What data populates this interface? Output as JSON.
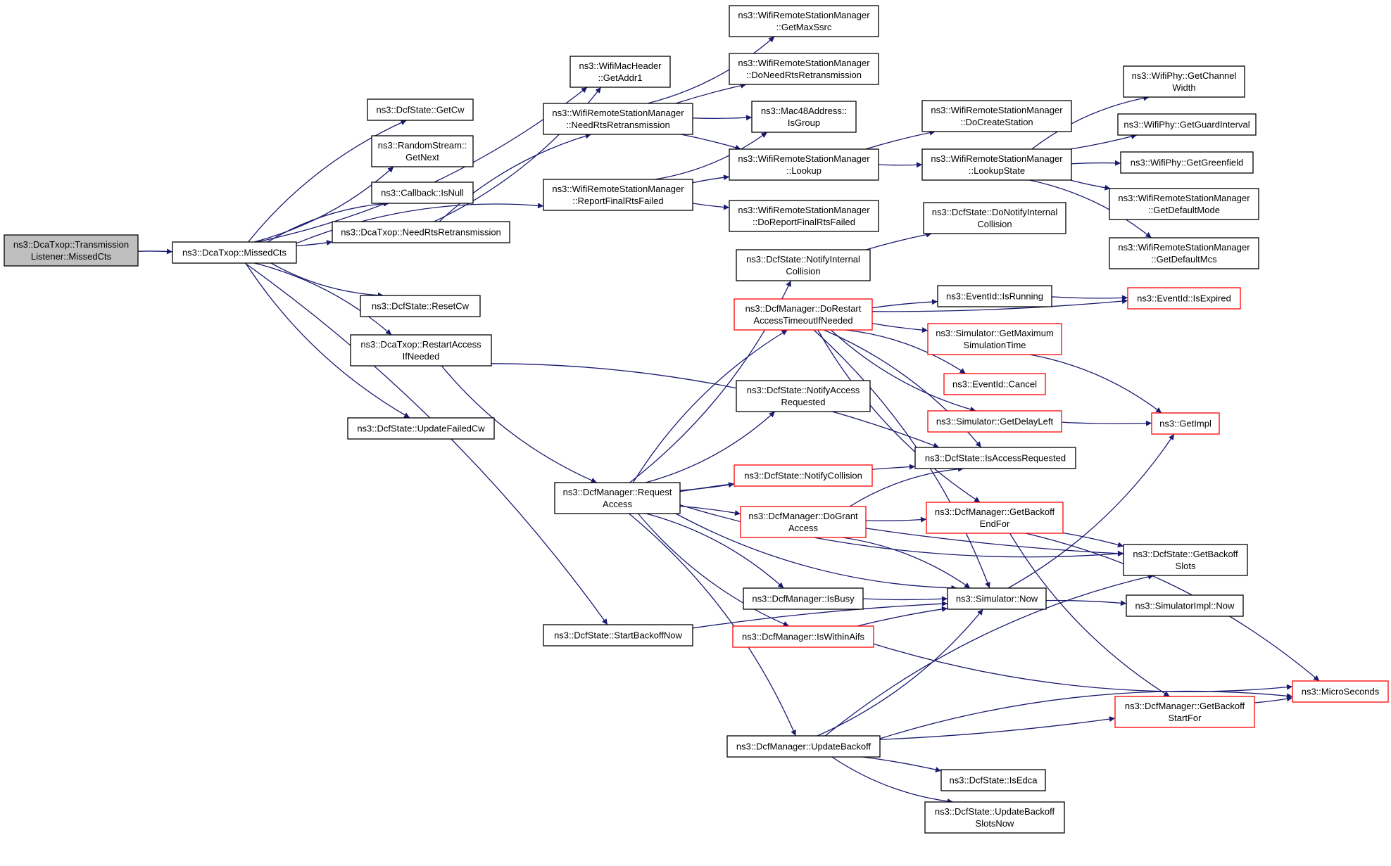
{
  "colors": {
    "edge": "#191970",
    "highlight_border": "#ff0000",
    "root_fill": "#bfbfbf"
  },
  "nodes": {
    "n0": {
      "lines": [
        "ns3::DcaTxop::Transmission",
        "Listener::MissedCts"
      ],
      "style": "root"
    },
    "n1": {
      "lines": [
        "ns3::DcaTxop::MissedCts"
      ]
    },
    "n2": {
      "lines": [
        "ns3::WifiMacHeader",
        "::GetAddr1"
      ]
    },
    "n3": {
      "lines": [
        "ns3::DcfState::GetCw"
      ]
    },
    "n4": {
      "lines": [
        "ns3::RandomStream::",
        "GetNext"
      ]
    },
    "n5": {
      "lines": [
        "ns3::Callback::IsNull"
      ]
    },
    "n6": {
      "lines": [
        "ns3::DcaTxop::NeedRtsRetransmission"
      ]
    },
    "n7": {
      "lines": [
        "ns3::DcfState::ResetCw"
      ]
    },
    "n8": {
      "lines": [
        "ns3::DcaTxop::RestartAccess",
        "IfNeeded"
      ]
    },
    "n9": {
      "lines": [
        "ns3::DcfState::UpdateFailedCw"
      ]
    },
    "n10": {
      "lines": [
        "ns3::DcfState::StartBackoffNow"
      ]
    },
    "n11": {
      "lines": [
        "ns3::WifiRemoteStationManager",
        "::NeedRtsRetransmission"
      ]
    },
    "n12": {
      "lines": [
        "ns3::WifiRemoteStationManager",
        "::ReportFinalRtsFailed"
      ]
    },
    "n13": {
      "lines": [
        "ns3::DcfManager::Request",
        "Access"
      ]
    },
    "n14": {
      "lines": [
        "ns3::WifiRemoteStationManager",
        "::GetMaxSsrc"
      ]
    },
    "n15": {
      "lines": [
        "ns3::WifiRemoteStationManager",
        "::DoNeedRtsRetransmission"
      ]
    },
    "n16": {
      "lines": [
        "ns3::Mac48Address::",
        "IsGroup"
      ]
    },
    "n17": {
      "lines": [
        "ns3::WifiRemoteStationManager",
        "::Lookup"
      ]
    },
    "n18": {
      "lines": [
        "ns3::WifiRemoteStationManager",
        "::DoReportFinalRtsFailed"
      ]
    },
    "n19": {
      "lines": [
        "ns3::DcfState::NotifyInternal",
        "Collision"
      ]
    },
    "n20": {
      "lines": [
        "ns3::DcfManager::DoRestart",
        "AccessTimeoutIfNeeded"
      ],
      "style": "red"
    },
    "n21": {
      "lines": [
        "ns3::DcfState::NotifyAccess",
        "Requested"
      ]
    },
    "n22": {
      "lines": [
        "ns3::DcfState::NotifyCollision"
      ],
      "style": "red"
    },
    "n23": {
      "lines": [
        "ns3::DcfManager::DoGrant",
        "Access"
      ],
      "style": "red"
    },
    "n24": {
      "lines": [
        "ns3::DcfManager::IsBusy"
      ]
    },
    "n25": {
      "lines": [
        "ns3::DcfManager::IsWithinAifs"
      ],
      "style": "red"
    },
    "n26": {
      "lines": [
        "ns3::DcfManager::UpdateBackoff"
      ]
    },
    "n27": {
      "lines": [
        "ns3::WifiRemoteStationManager",
        "::DoCreateStation"
      ]
    },
    "n28": {
      "lines": [
        "ns3::WifiRemoteStationManager",
        "::LookupState"
      ]
    },
    "n29": {
      "lines": [
        "ns3::DcfState::DoNotifyInternal",
        "Collision"
      ]
    },
    "n30": {
      "lines": [
        "ns3::EventId::IsRunning"
      ]
    },
    "n31": {
      "lines": [
        "ns3::Simulator::GetMaximum",
        "SimulationTime"
      ],
      "style": "red"
    },
    "n32": {
      "lines": [
        "ns3::EventId::Cancel"
      ],
      "style": "red"
    },
    "n33": {
      "lines": [
        "ns3::Simulator::GetDelayLeft"
      ],
      "style": "red"
    },
    "n34": {
      "lines": [
        "ns3::DcfState::IsAccessRequested"
      ]
    },
    "n35": {
      "lines": [
        "ns3::DcfManager::GetBackoff",
        "EndFor"
      ],
      "style": "red"
    },
    "n36": {
      "lines": [
        "ns3::Simulator::Now"
      ]
    },
    "n37": {
      "lines": [
        "ns3::DcfState::IsEdca"
      ]
    },
    "n38": {
      "lines": [
        "ns3::DcfState::UpdateBackoff",
        "SlotsNow"
      ]
    },
    "n39": {
      "lines": [
        "ns3::WifiPhy::GetChannel",
        "Width"
      ]
    },
    "n40": {
      "lines": [
        "ns3::WifiPhy::GetGuardInterval"
      ]
    },
    "n41": {
      "lines": [
        "ns3::WifiPhy::GetGreenfield"
      ]
    },
    "n42": {
      "lines": [
        "ns3::WifiRemoteStationManager",
        "::GetDefaultMode"
      ]
    },
    "n43": {
      "lines": [
        "ns3::WifiRemoteStationManager",
        "::GetDefaultMcs"
      ]
    },
    "n44": {
      "lines": [
        "ns3::EventId::IsExpired"
      ],
      "style": "red"
    },
    "n45": {
      "lines": [
        "ns3::GetImpl"
      ],
      "style": "red"
    },
    "n46": {
      "lines": [
        "ns3::DcfState::GetBackoff",
        "Slots"
      ]
    },
    "n47": {
      "lines": [
        "ns3::SimulatorImpl::Now"
      ]
    },
    "n48": {
      "lines": [
        "ns3::DcfManager::GetBackoff",
        "StartFor"
      ],
      "style": "red"
    },
    "n49": {
      "lines": [
        "ns3::MicroSeconds"
      ],
      "style": "red"
    }
  },
  "edges": [
    [
      "n0",
      "n1"
    ],
    [
      "n1",
      "n2"
    ],
    [
      "n1",
      "n3"
    ],
    [
      "n1",
      "n4"
    ],
    [
      "n1",
      "n5"
    ],
    [
      "n1",
      "n6"
    ],
    [
      "n1",
      "n12"
    ],
    [
      "n1",
      "n7"
    ],
    [
      "n1",
      "n8"
    ],
    [
      "n1",
      "n9"
    ],
    [
      "n1",
      "n10"
    ],
    [
      "n6",
      "n2"
    ],
    [
      "n6",
      "n11"
    ],
    [
      "n8",
      "n13"
    ],
    [
      "n8",
      "n34"
    ],
    [
      "n11",
      "n14"
    ],
    [
      "n11",
      "n15"
    ],
    [
      "n11",
      "n16"
    ],
    [
      "n11",
      "n17"
    ],
    [
      "n12",
      "n16"
    ],
    [
      "n12",
      "n17"
    ],
    [
      "n12",
      "n18"
    ],
    [
      "n17",
      "n27"
    ],
    [
      "n17",
      "n28"
    ],
    [
      "n28",
      "n39"
    ],
    [
      "n28",
      "n40"
    ],
    [
      "n28",
      "n41"
    ],
    [
      "n28",
      "n42"
    ],
    [
      "n28",
      "n43"
    ],
    [
      "n13",
      "n19"
    ],
    [
      "n13",
      "n20"
    ],
    [
      "n13",
      "n21"
    ],
    [
      "n13",
      "n34"
    ],
    [
      "n13",
      "n22"
    ],
    [
      "n13",
      "n23"
    ],
    [
      "n13",
      "n36"
    ],
    [
      "n13",
      "n24"
    ],
    [
      "n13",
      "n25"
    ],
    [
      "n13",
      "n26"
    ],
    [
      "n13",
      "n46"
    ],
    [
      "n19",
      "n29"
    ],
    [
      "n20",
      "n44"
    ],
    [
      "n20",
      "n30"
    ],
    [
      "n20",
      "n31"
    ],
    [
      "n20",
      "n32"
    ],
    [
      "n20",
      "n33"
    ],
    [
      "n20",
      "n34"
    ],
    [
      "n20",
      "n35"
    ],
    [
      "n20",
      "n36"
    ],
    [
      "n30",
      "n44"
    ],
    [
      "n31",
      "n45"
    ],
    [
      "n33",
      "n45"
    ],
    [
      "n23",
      "n34"
    ],
    [
      "n23",
      "n35"
    ],
    [
      "n23",
      "n36"
    ],
    [
      "n23",
      "n46"
    ],
    [
      "n35",
      "n46"
    ],
    [
      "n35",
      "n48"
    ],
    [
      "n35",
      "n49"
    ],
    [
      "n36",
      "n45"
    ],
    [
      "n36",
      "n47"
    ],
    [
      "n24",
      "n36"
    ],
    [
      "n25",
      "n36"
    ],
    [
      "n25",
      "n49"
    ],
    [
      "n10",
      "n36"
    ],
    [
      "n26",
      "n36"
    ],
    [
      "n26",
      "n46"
    ],
    [
      "n26",
      "n48"
    ],
    [
      "n26",
      "n37"
    ],
    [
      "n26",
      "n38"
    ],
    [
      "n26",
      "n49"
    ],
    [
      "n48",
      "n49"
    ]
  ]
}
